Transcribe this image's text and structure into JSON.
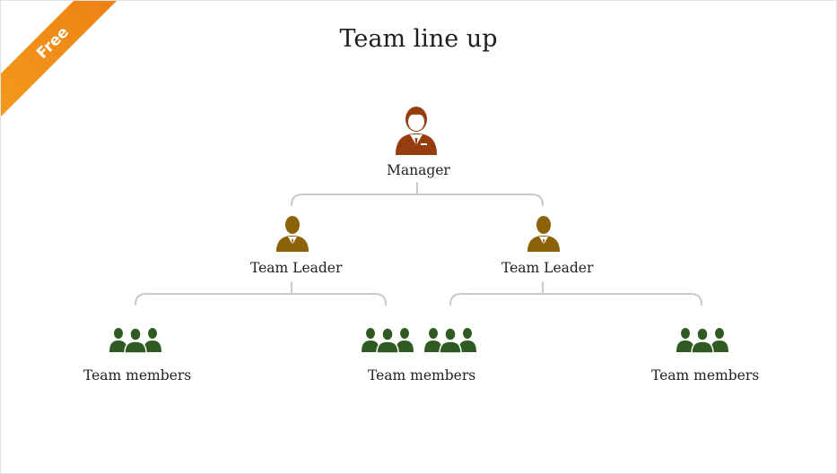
{
  "badge": {
    "label": "Free"
  },
  "title": "Team line up",
  "manager": {
    "label": "Manager",
    "icon": "manager-icon",
    "colors": {
      "body": "#963d10",
      "skin": "#ffffff"
    }
  },
  "leaders": [
    {
      "label": "Team Leader",
      "icon": "team-leader-icon"
    },
    {
      "label": "Team Leader",
      "icon": "team-leader-icon"
    }
  ],
  "members": [
    {
      "label": "Team members",
      "icon": "team-members-icon"
    },
    {
      "label": "Team members",
      "icon": "team-members-icon"
    },
    {
      "label": "Team members",
      "icon": "team-members-icon"
    }
  ],
  "colors": {
    "badge": "#f08a17",
    "manager": "#963d10",
    "leader": "#8b6208",
    "members": "#2f5b23",
    "connector": "#c9c9c9",
    "text": "#222222"
  }
}
